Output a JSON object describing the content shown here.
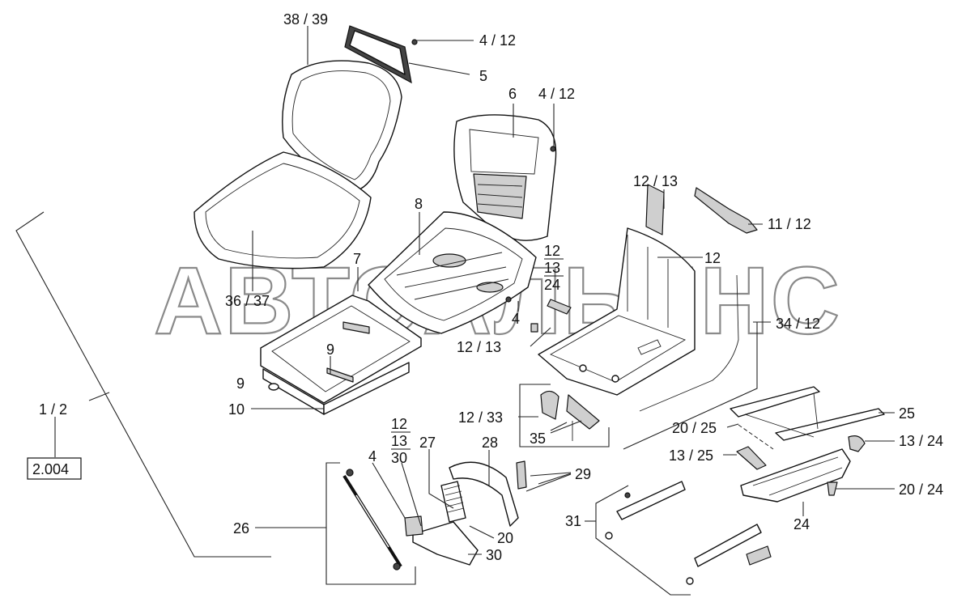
{
  "watermark": "АВТОАЛЬЯНС",
  "reference_box": "2.004",
  "labels": {
    "l38_39": "38 / 39",
    "l4_12_top": "4 / 12",
    "l5": "5",
    "l6": "6",
    "l4_12_mid": "4 / 12",
    "l12_13_top": "12 / 13",
    "l11_12": "11 / 12",
    "l8": "8",
    "l12_stack": "12",
    "l13_stack": "13",
    "l24_stack": "24",
    "l12_right": "12",
    "l7": "7",
    "l36_37": "36 / 37",
    "l4_mid": "4",
    "l12_13_mid": "12 / 13",
    "l34_12": "34 / 12",
    "l9_a": "9",
    "l9_b": "9",
    "l10": "10",
    "l1_2": "1 / 2",
    "l12_33": "12 / 33",
    "l35": "35",
    "l20_25": "20 / 25",
    "l25": "25",
    "l13_24": "13 / 24",
    "l13_25": "13 / 25",
    "l20_24": "20 / 24",
    "l24": "24",
    "l12_b": "12",
    "l13_b": "13",
    "l30_b": "30",
    "l4_low": "4",
    "l27": "27",
    "l28": "28",
    "l29": "29",
    "l31": "31",
    "l26": "26",
    "l20": "20",
    "l30": "30"
  }
}
